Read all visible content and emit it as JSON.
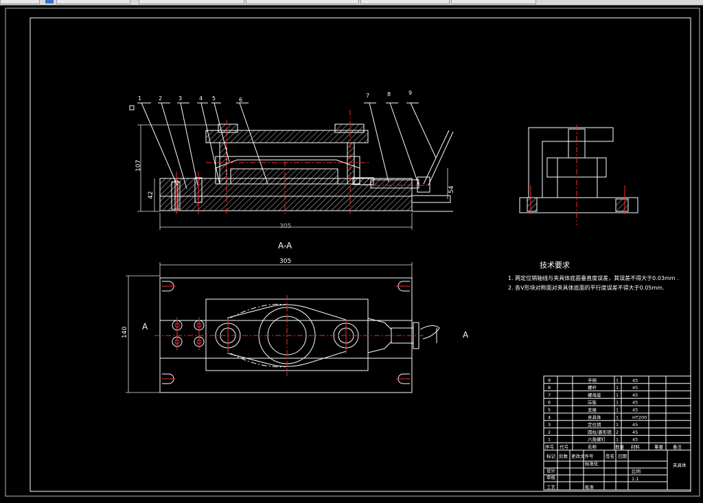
{
  "tabs": [
    {
      "label": ""
    },
    {
      "label": ""
    },
    {
      "label": ""
    },
    {
      "label": ""
    },
    {
      "label": ""
    },
    {
      "label": ""
    }
  ],
  "drawing": {
    "callouts": [
      "1",
      "2",
      "3",
      "4",
      "5",
      "6",
      "7",
      "8",
      "9"
    ],
    "dimensions": {
      "front_height": "107",
      "front_base": "42",
      "front_right": "54",
      "front_length": "305",
      "section_length": "305",
      "section_width": "140"
    },
    "section_title": "A-A",
    "section_markers": {
      "left": "A",
      "right": "A"
    },
    "tech_requirements": {
      "title": "技术要求",
      "items": [
        "1. 两定位销轴线与夹具体底面垂直度误差，其误差不得大于0.03mm .",
        "2. 各V形块对称面对夹具体底面的平行度误差不得大于0.05mm."
      ]
    },
    "parts_list": {
      "rows": [
        {
          "no": "9",
          "name": "手柄",
          "qty": "1",
          "material": "45"
        },
        {
          "no": "8",
          "name": "螺杆",
          "qty": "1",
          "material": "45"
        },
        {
          "no": "7",
          "name": "螺母座",
          "qty": "1",
          "material": "45"
        },
        {
          "no": "6",
          "name": "压板",
          "qty": "1",
          "material": "45"
        },
        {
          "no": "5",
          "name": "支座",
          "qty": "1",
          "material": "45"
        },
        {
          "no": "4",
          "name": "夹具体",
          "qty": "1",
          "material": "HT200"
        },
        {
          "no": "3",
          "name": "定位销",
          "qty": "1",
          "material": "45"
        },
        {
          "no": "2",
          "name": "圆柱/菱形销",
          "qty": "2",
          "material": "45"
        },
        {
          "no": "1",
          "name": "六角螺钉",
          "qty": "1",
          "material": "45"
        }
      ],
      "header": {
        "no": "序号",
        "code": "代号",
        "name": "名称",
        "qty": "数量",
        "material": "材料",
        "weight": "重量",
        "note": "备注"
      },
      "title_block": {
        "mark": "标记",
        "count": "处数",
        "doc": "更改文件号",
        "sign": "签名",
        "date": "日期",
        "design": "设计",
        "standard": "标准化",
        "review": "审核",
        "process": "工艺",
        "approve": "批准",
        "scale_label": "比例",
        "scale": "1:1",
        "drawing_name": "夹具体"
      }
    }
  },
  "colors": {
    "background": "#000000",
    "lines": "#ffffff",
    "centerline": "#ff2a2a",
    "hidden": "#ffd600"
  }
}
